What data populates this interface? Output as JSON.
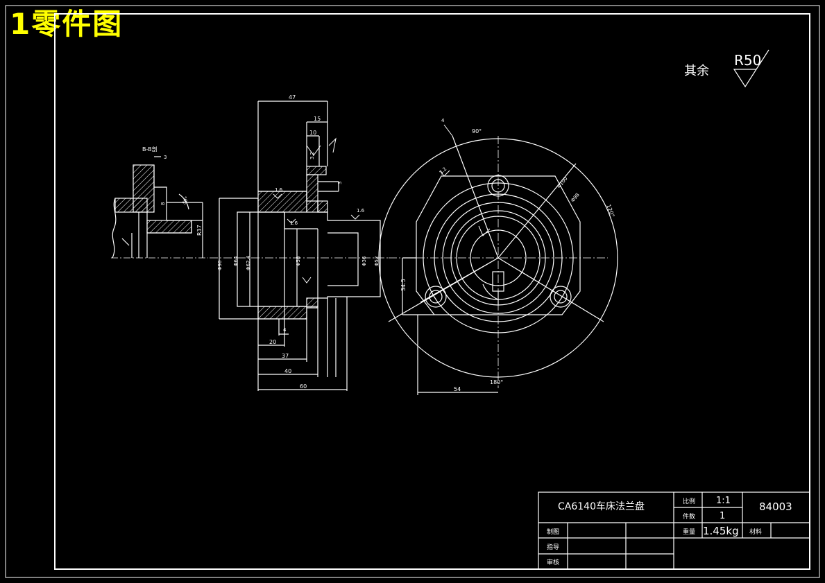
{
  "heading": "1零件图",
  "surface_note": {
    "label": "其余",
    "value": "R50"
  },
  "dims_front": {
    "d47": "47",
    "d15": "15",
    "d10": "10",
    "d60": "60",
    "d40": "40",
    "d37": "37",
    "d20": "20",
    "d4": "4",
    "dia90": "Φ90",
    "dia64": "Φ64",
    "dia624": "Φ62.4",
    "dia58": "Φ58",
    "dia36": "Φ36",
    "dia52": "Φ52",
    "small3": "3",
    "r16a": "1.6",
    "r16b": "1.6",
    "r16c": "1.6",
    "r32": "3.2"
  },
  "dims_section": {
    "title": "B-B剖",
    "d3": "3",
    "d8": "8",
    "r37": "R37",
    "a30": "30°"
  },
  "dims_side": {
    "a90": "90°",
    "a180": "180°",
    "a120": "120°",
    "dia100": "Φ100",
    "dia98": "Φ98",
    "d345": "34.5",
    "d54": "54",
    "d4": "4",
    "r32": "3.2"
  },
  "title_block": {
    "part_name": "CA6140车床法兰盘",
    "scale_label": "比例",
    "scale_value": "1:1",
    "qty_label": "件数",
    "qty_value": "1",
    "drawing_no": "84003",
    "weight_label": "重量",
    "weight_value": "1.45kg",
    "material_label": "材料",
    "drawn_label": "制图",
    "guide_label": "指导",
    "review_label": "审核"
  }
}
